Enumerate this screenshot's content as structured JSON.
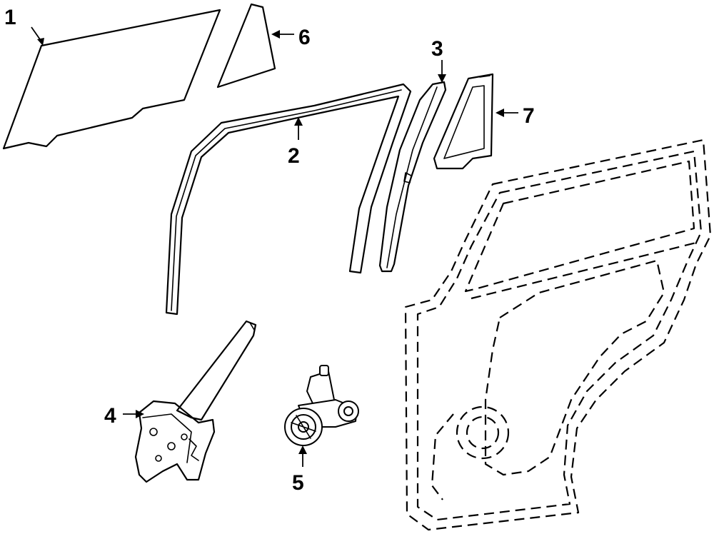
{
  "callouts": [
    {
      "id": "1",
      "part": "door-glass"
    },
    {
      "id": "2",
      "part": "glass-run-channel"
    },
    {
      "id": "3",
      "part": "division-bar"
    },
    {
      "id": "4",
      "part": "window-regulator"
    },
    {
      "id": "5",
      "part": "regulator-motor"
    },
    {
      "id": "6",
      "part": "quarter-glass"
    },
    {
      "id": "7",
      "part": "quarter-glass-seal"
    }
  ]
}
